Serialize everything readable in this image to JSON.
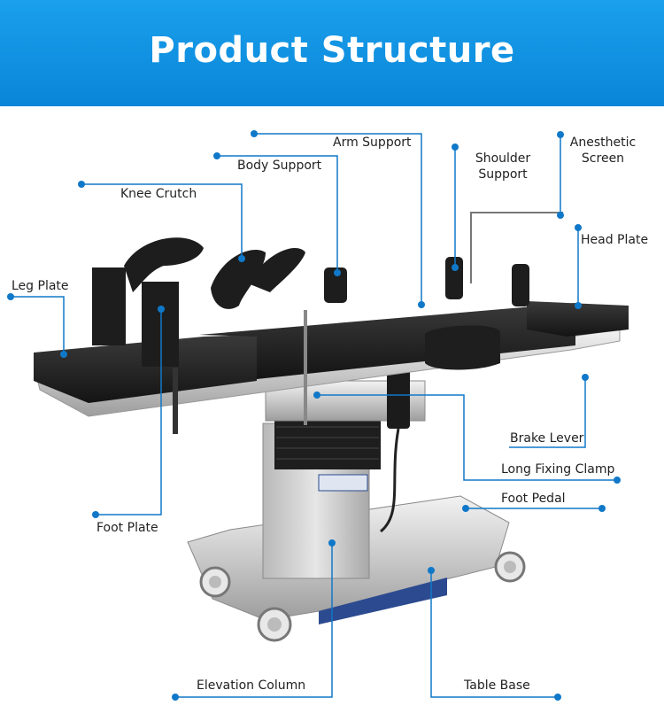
{
  "banner": {
    "title": "Product Structure",
    "color": "#0a85d8"
  },
  "callout_color": "#1078c8",
  "labels": {
    "arm_support": "Arm Support",
    "body_support": "Body Support",
    "knee_crutch": "Knee Crutch",
    "leg_plate": "Leg Plate",
    "shoulder_support": "Shoulder Support",
    "anesthetic_screen": "Anesthetic Screen",
    "head_plate": "Head Plate",
    "brake_lever": "Brake Lever",
    "long_fixing_clamp": "Long Fixing Clamp",
    "foot_pedal": "Foot Pedal",
    "foot_plate": "Foot Plate",
    "elevation_column": "Elevation Column",
    "table_base": "Table Base"
  }
}
